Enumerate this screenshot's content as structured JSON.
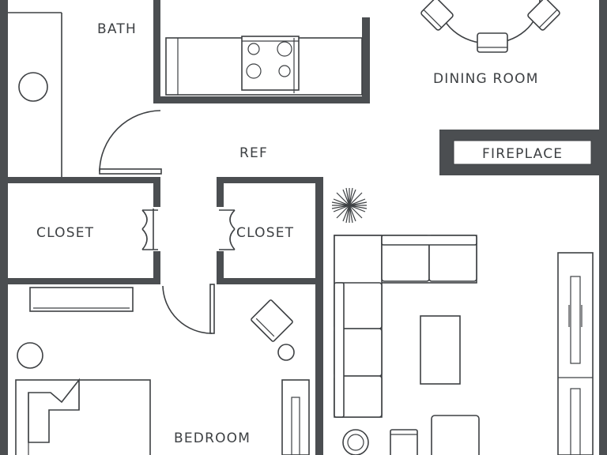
{
  "rooms": {
    "bath": "BATH",
    "dining": "DINING ROOM",
    "ref": "REF",
    "fireplace": "FIREPLACE",
    "closet_left": "CLOSET",
    "closet_right": "CLOSET",
    "bedroom": "BEDROOM"
  },
  "colors": {
    "wall": "#4b4e51",
    "line": "#3d4043",
    "background": "#ffffff"
  }
}
